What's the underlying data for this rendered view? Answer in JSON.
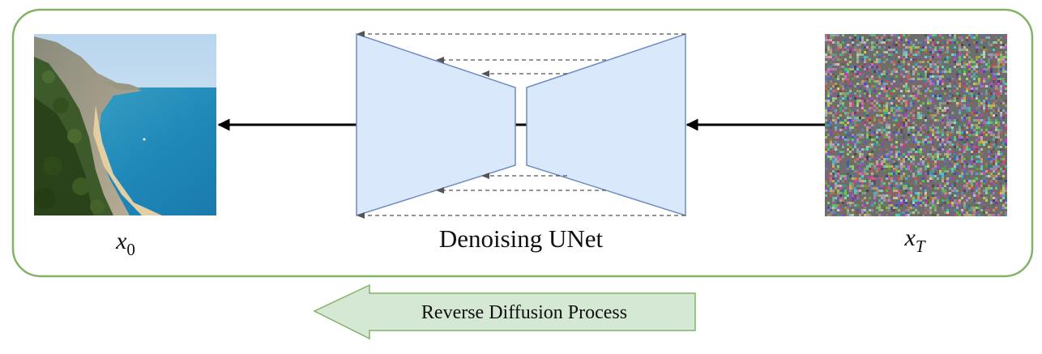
{
  "container": {
    "border_color": "#82b366"
  },
  "clean_image": {
    "label": "x",
    "label_subscript": "0",
    "kind": "coastal-landscape-photo"
  },
  "noise_image": {
    "label": "x",
    "label_subscript": "T",
    "kind": "gaussian-noise"
  },
  "unet": {
    "label": "Denoising UNet",
    "fill_color": "#dae8fc",
    "stroke_color": "#6c8ebf"
  },
  "process_arrow": {
    "label": "Reverse Diffusion Process",
    "fill_color": "#d5e8d4",
    "stroke_color": "#82b366",
    "direction": "left"
  }
}
